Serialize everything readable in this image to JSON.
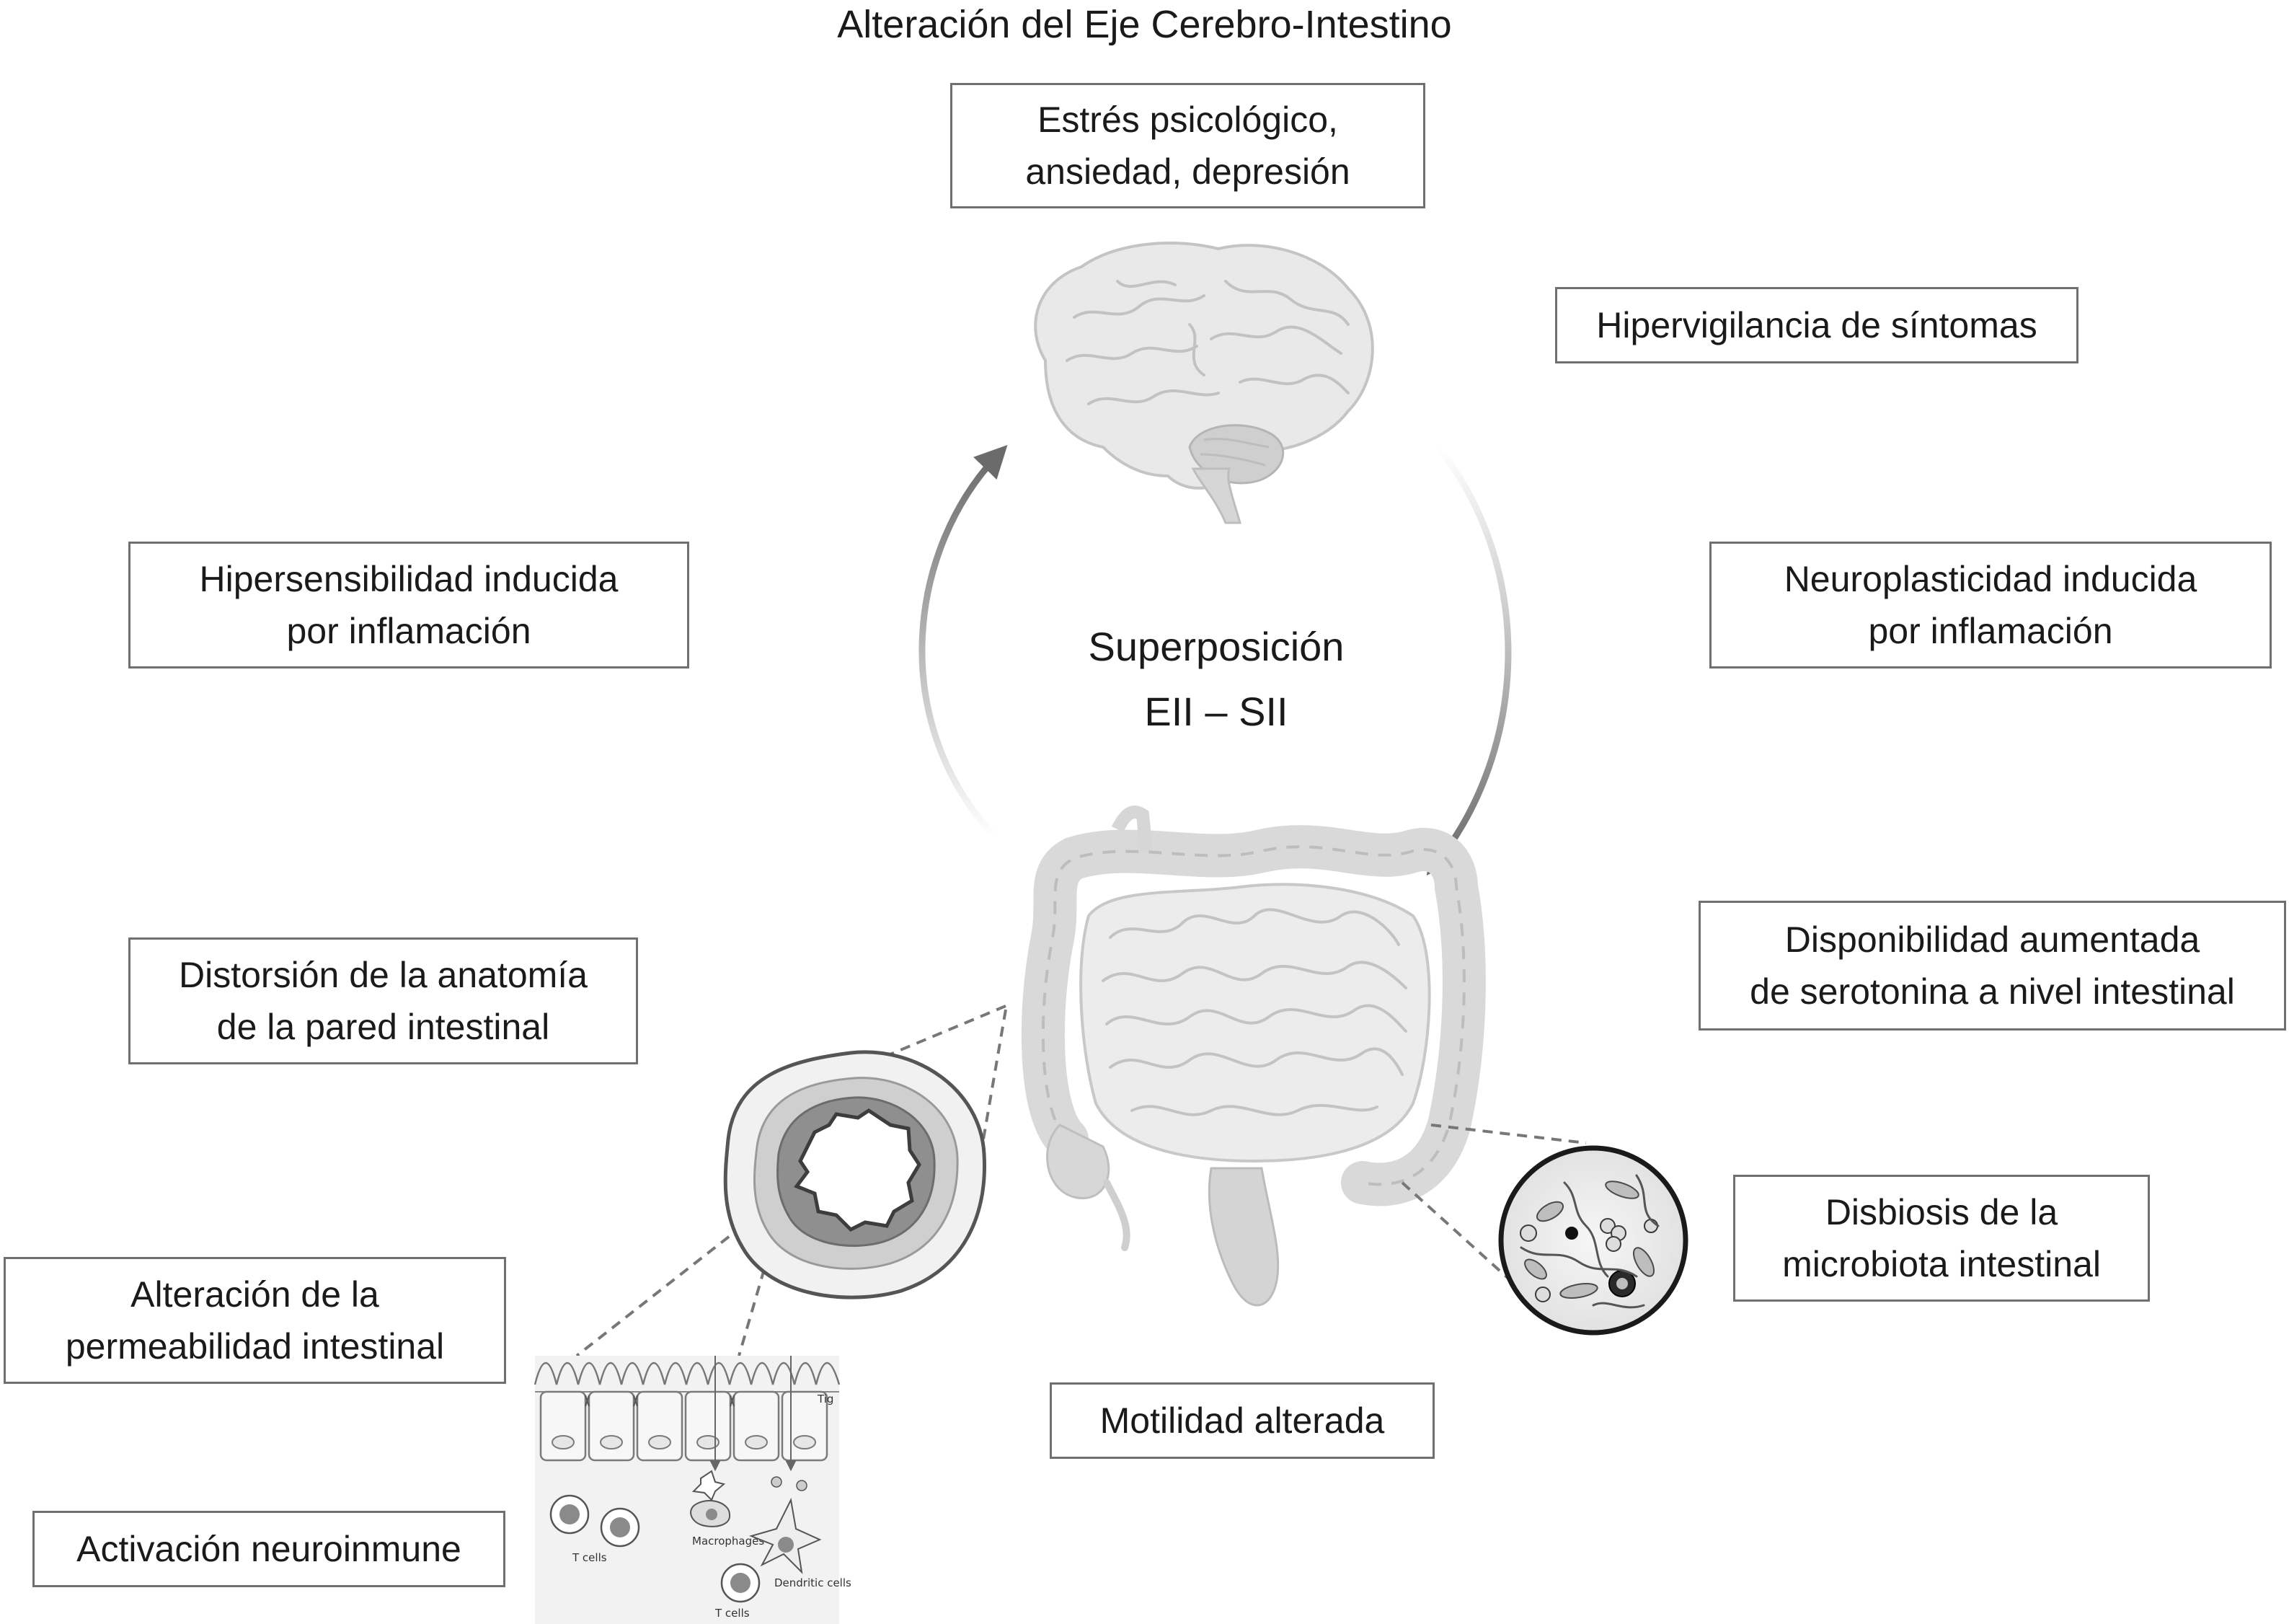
{
  "title": "Alteración del Eje Cerebro-Intestino",
  "center": {
    "line1": "Superposición",
    "line2": "EII – SII"
  },
  "boxes": {
    "stress": "Estrés psicológico,\nansiedad, depresión",
    "hypervigilance": "Hipervigilancia de síntomas",
    "hypersensitivity": "Hipersensibilidad inducida\npor inflamación",
    "neuroplasticity": "Neuroplasticidad inducida\npor inflamación",
    "distortion": "Distorsión de la anatomía\nde la pared intestinal",
    "serotonin": "Disponibilidad aumentada\nde serotonina a nivel intestinal",
    "permeability": "Alteración de la\npermeabilidad intestinal",
    "dysbiosis": "Disbiosis de la\nmicrobiota intestinal",
    "motility": "Motilidad alterada",
    "neuroimmune": "Activación neuroinmune"
  },
  "micro_labels": {
    "tight": "Tig",
    "t_cells_1": "T cells",
    "macrophages": "Macrophages",
    "dendritic": "Dendritic cells",
    "t_cells_2": "T cells"
  },
  "colors": {
    "box_border": "#6f6f6f",
    "arrow": "#6b6b6b",
    "organ_fill": "#e4e4e4",
    "organ_stroke": "#bdbdbd",
    "text": "#1a1a1a"
  },
  "icons": [
    "brain-icon",
    "intestine-icon",
    "gut-cross-section-icon",
    "microbiota-icon",
    "epithelium-cells-icon"
  ]
}
